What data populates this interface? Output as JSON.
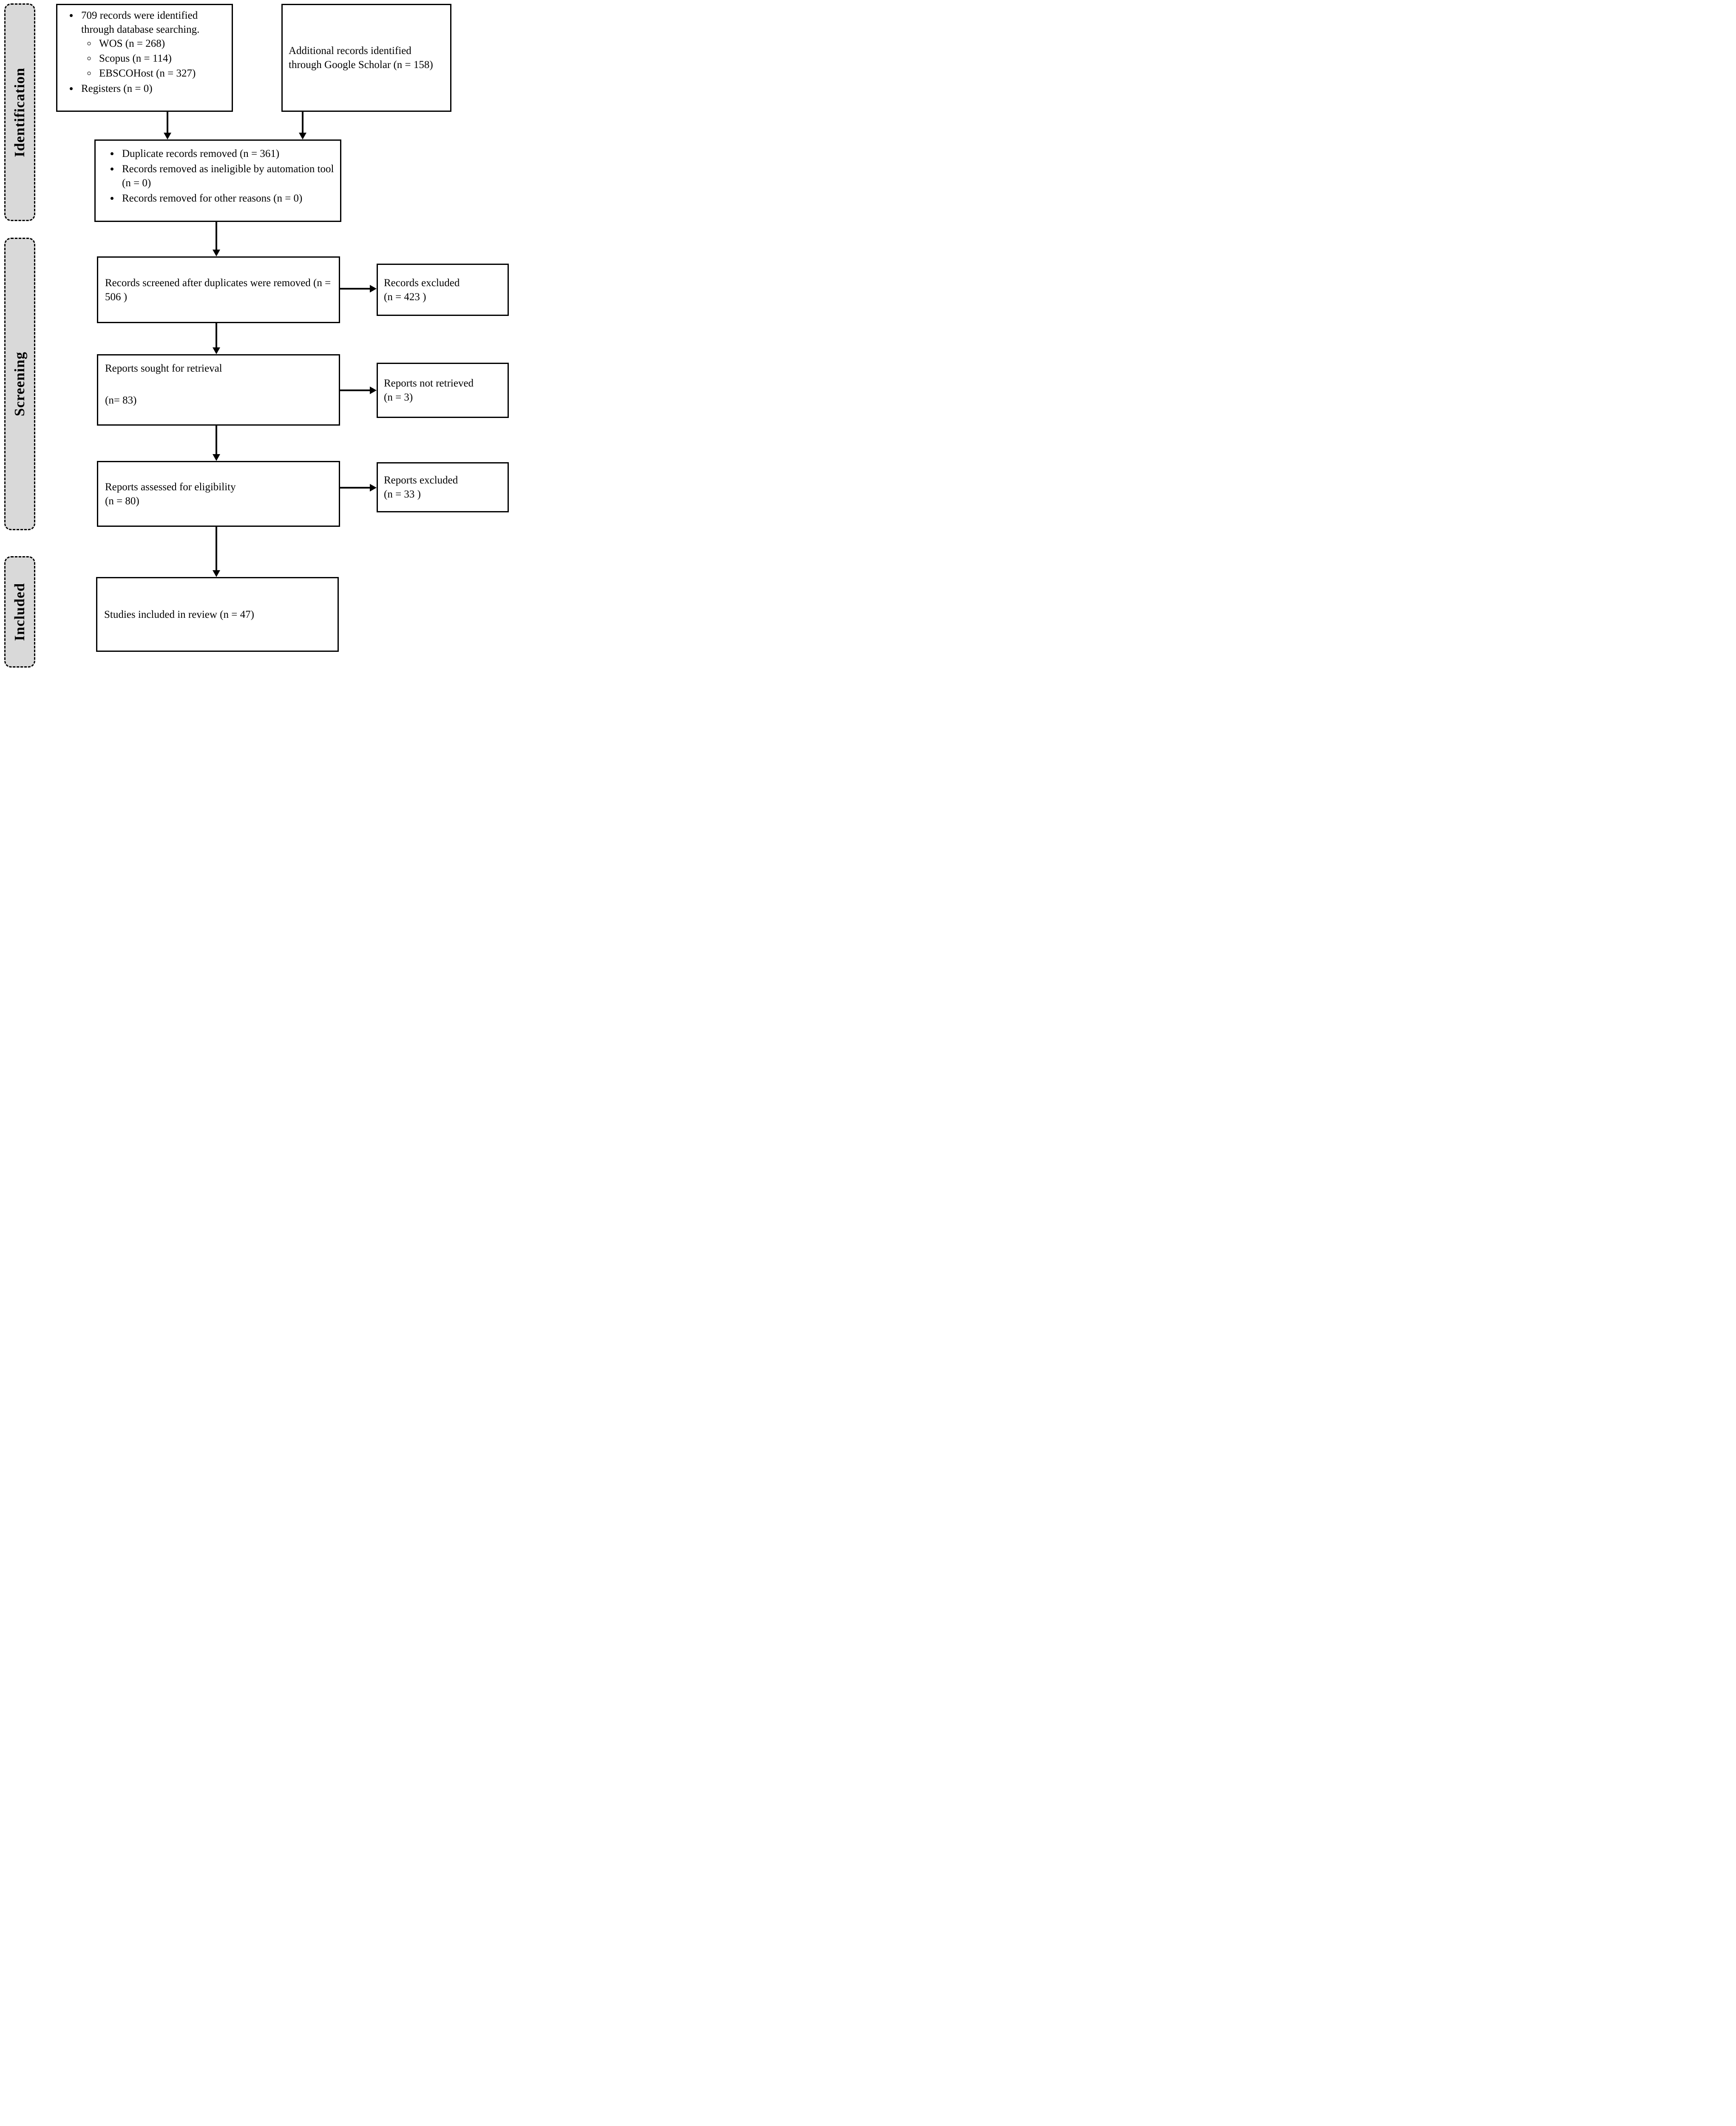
{
  "colors": {
    "sidebar_fill": "#d9d9d9",
    "border": "#000000",
    "box_fill": "#ffffff"
  },
  "sidebar": {
    "identification_label": "Identification",
    "screening_label": "Screening",
    "included_label": "Included"
  },
  "boxes": {
    "identification_sources": {
      "items": [
        {
          "text": "709 records were identified through database searching.",
          "sub": [
            "WOS (n = 268)",
            "Scopus (n = 114)",
            "EBSCOHost (n = 327)"
          ]
        },
        {
          "text": "Registers (n = 0)"
        }
      ]
    },
    "additional_records": {
      "text": "Additional records identified through Google Scholar (n = 158)"
    },
    "records_removed": {
      "items": [
        "Duplicate records removed  (n = 361)",
        "Records removed as ineligible by automation tool (n = 0)",
        "Records removed for other reasons (n = 0)"
      ]
    },
    "records_screened": {
      "line1": "Records screened after duplicates were removed (n = 506 )"
    },
    "records_excluded": {
      "line1": "Records excluded",
      "line2": "(n = 423 )"
    },
    "reports_sought": {
      "line1": "Reports sought for retrieval",
      "line2": "(n= 83)"
    },
    "reports_not_retrieved": {
      "line1": "Reports not retrieved",
      "line2": "(n = 3)"
    },
    "reports_assessed": {
      "line1": "Reports assessed for eligibility",
      "line2": "(n = 80)"
    },
    "reports_excluded": {
      "line1": "Reports excluded",
      "line2": "(n = 33 )"
    },
    "studies_included": {
      "line1": "Studies included in review (n = 47)"
    }
  }
}
